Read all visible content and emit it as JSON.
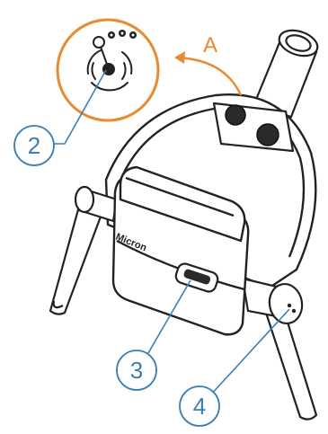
{
  "figure": {
    "inset_arrow_label": "A",
    "callouts": [
      {
        "number": "2"
      },
      {
        "number": "3"
      },
      {
        "number": "4"
      }
    ],
    "device_brand_text": "Micron"
  },
  "colors": {
    "callout_blue": "#3a7fb5",
    "inset_orange": "#e88a2e",
    "outline": "#222222"
  },
  "icons": [
    "joystick-icon",
    "gear-cluster-icon"
  ]
}
